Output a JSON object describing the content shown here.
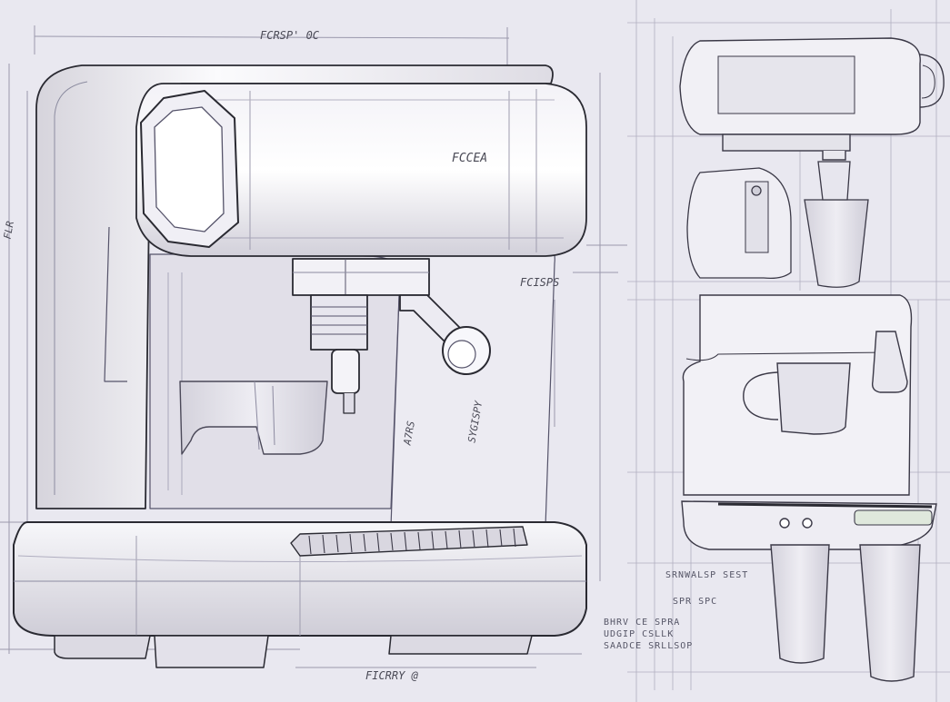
{
  "colors": {
    "paper": "#e9e8f0",
    "ink": "#2a2a32",
    "construction": "#8c8ca0",
    "body_fill": "#f6f6fa",
    "shade": "#cfcdd6",
    "glass": "#dcdbe4"
  },
  "annotations": {
    "top_dimension": "FCRSP' 0C",
    "body_tag": "FCCEA",
    "spout_tag": "FCISPS",
    "bottom_dimension": "FICRRY @",
    "left_vertical": "FLR",
    "vertical_a": "A7RS",
    "vertical_b": "SYGISPY"
  },
  "side_notes": {
    "note_1": "SRNWALSP SEST",
    "note_2": "SPR SPC",
    "note_3": "BHRV CE SPRA",
    "note_4": "UDGIP CSLLK",
    "note_5": "SAADCE SRLLSOP"
  }
}
